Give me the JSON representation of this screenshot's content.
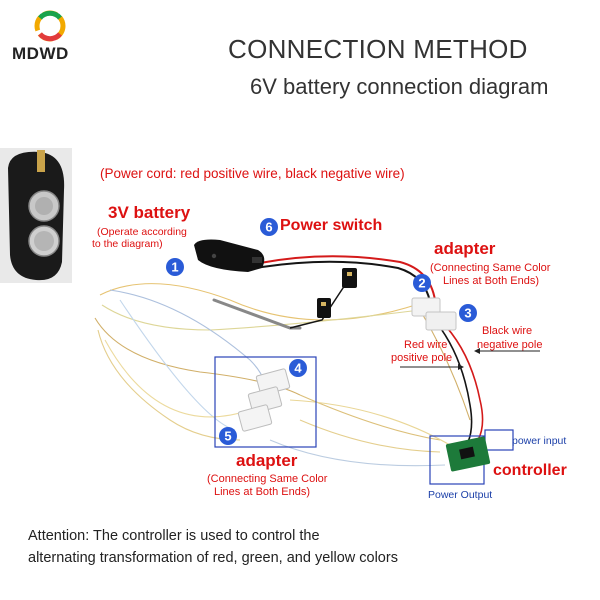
{
  "logo": {
    "text": "MDWD"
  },
  "header": {
    "title": "CONNECTION METHOD",
    "subtitle": "6V battery connection diagram"
  },
  "notes": {
    "power_cord": "(Power cord: red positive wire, black negative wire)"
  },
  "battery": {
    "title": "3V battery",
    "note_line1": "(Operate according",
    "note_line2": "to the diagram)"
  },
  "switch": {
    "label": "Power switch"
  },
  "adapter_top": {
    "title": "adapter",
    "note_line1": "(Connecting Same Color",
    "note_line2": "Lines at Both Ends)"
  },
  "wires": {
    "black_line1": "Black wire",
    "black_line2": "negative pole",
    "red_line1": "Red wire",
    "red_line2": "positive pole"
  },
  "controller": {
    "title": "controller",
    "power_input": "power input",
    "power_output": "Power Output"
  },
  "adapter_bottom": {
    "title": "adapter",
    "note_line1": "(Connecting Same Color",
    "note_line2": "Lines at Both Ends)"
  },
  "markers": [
    "1",
    "2",
    "3",
    "4",
    "5",
    "6"
  ],
  "attention": {
    "line1": "Attention: The controller is used to control the",
    "line2": "alternating transformation of red, green, and yellow colors"
  },
  "colors": {
    "label_red": "#d11111",
    "marker_blue": "#2a5bd7",
    "box_blue": "#2a44b8",
    "wire_red": "#d41a1a",
    "wire_black": "#151515",
    "pcb_green": "#1d7a3a"
  }
}
